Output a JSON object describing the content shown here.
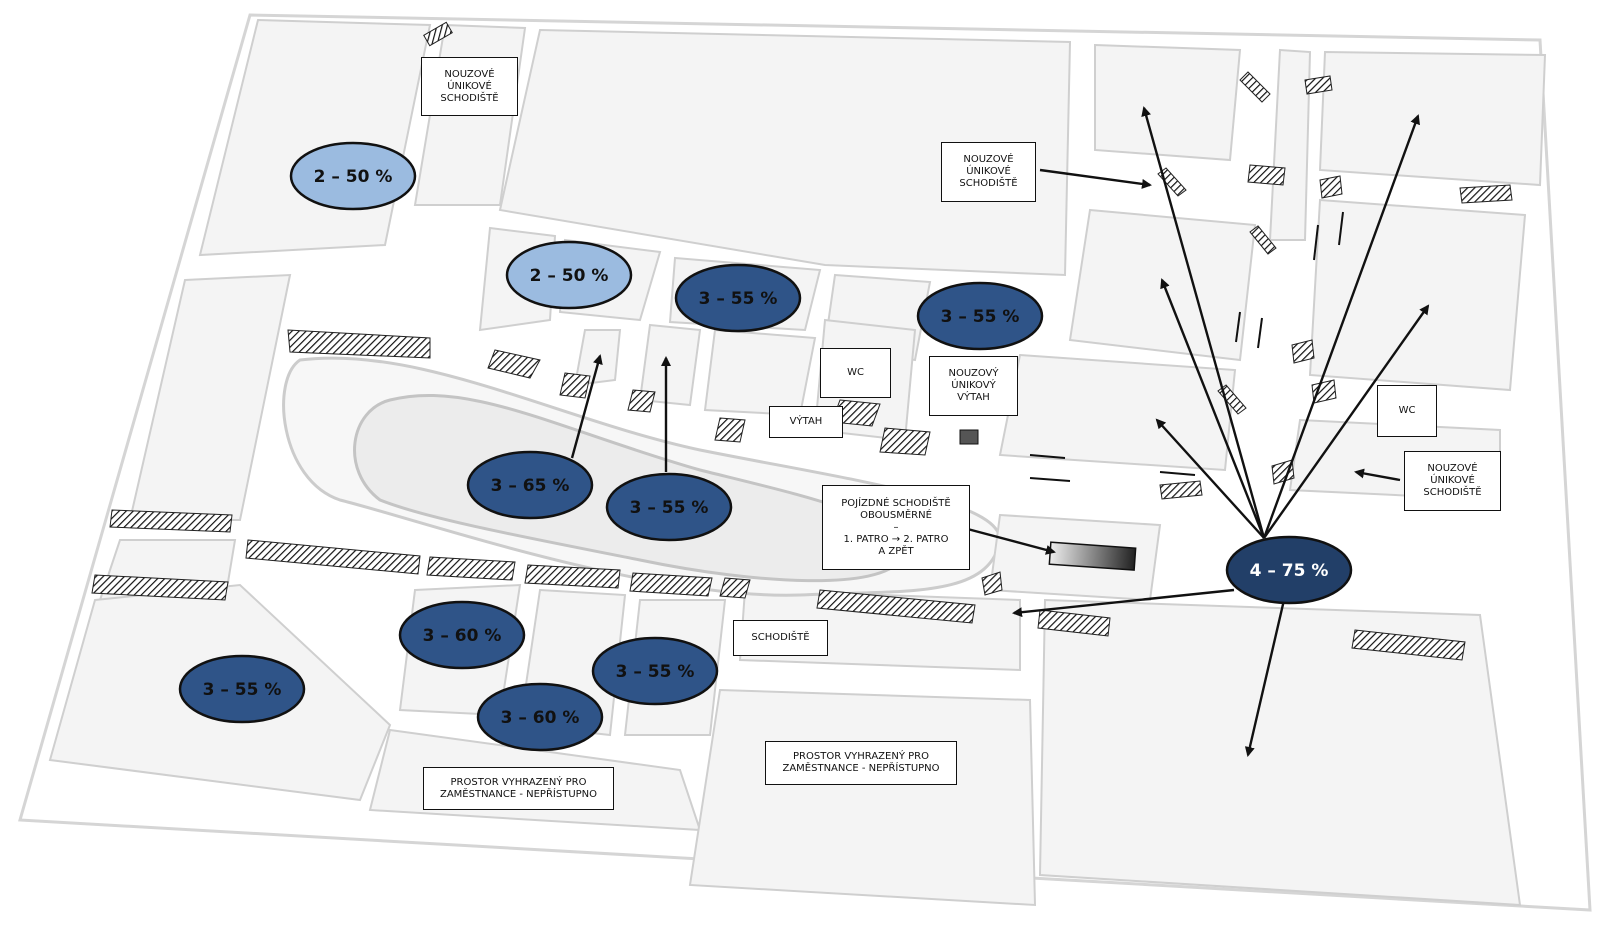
{
  "zones": {
    "z1": "2 – 50 %",
    "z2": "2 – 50 %",
    "z3": "3 – 55 %",
    "z4": "3 – 55 %",
    "z5": "3 – 65 %",
    "z6": "3 – 55 %",
    "z7": "3 – 60 %",
    "z8": "3 – 55 %",
    "z9": "3 – 55 %",
    "z10": "3 – 60 %",
    "hub": "4 – 75 %"
  },
  "labels": {
    "emergency_stairs_top": [
      "NOUZOVÉ",
      "ÚNIKOVÉ",
      "SCHODIŠTĚ"
    ],
    "emergency_stairs_mid": [
      "NOUZOVÉ",
      "ÚNIKOVÉ",
      "SCHODIŠTĚ"
    ],
    "emergency_stairs_right": [
      "NOUZOVÉ",
      "ÚNIKOVÉ",
      "SCHODIŠTĚ"
    ],
    "wc_left": "WC",
    "wc_right": "WC",
    "elevator": "VÝTAH",
    "emergency_elevator": [
      "NOUZOVÝ",
      "ÚNIKOVÝ",
      "VÝTAH"
    ],
    "escalator": [
      "POJÍZDNÉ SCHODIŠTĚ",
      "OBOUSMĚRNÉ",
      "–",
      "1. PATRO → 2. PATRO",
      "A ZPĚT"
    ],
    "stairs": "SCHODIŠTĚ",
    "staff_only_left": [
      "PROSTOR VYHRAZENÝ PRO",
      "ZAMĚSTNANCE - NEPŘÍSTUPNO"
    ],
    "staff_only_right": [
      "PROSTOR VYHRAZENÝ PRO",
      "ZAMĚSTNANCE - NEPŘÍSTUPNO"
    ]
  },
  "colors": {
    "zone_dark": "#2f5488",
    "zone_light": "#9bbbe0",
    "zone_hub": "#223f68"
  }
}
